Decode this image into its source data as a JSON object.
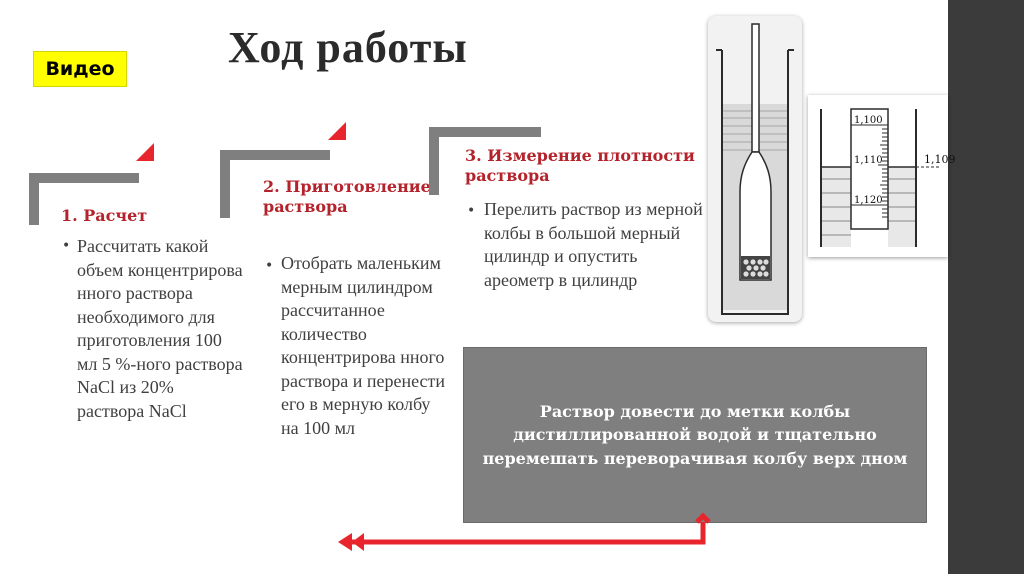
{
  "title": "Ход работы",
  "video_label": "Видео",
  "steps": [
    {
      "title": "1. Расчет",
      "text": "Рассчитать какой объем концентрирова нного раствора необходимого для приготовления 100 мл 5 %-ного раствора NaCl из 20% раствора NaCl"
    },
    {
      "title": "2. Приготовление раствора",
      "text": "Отобрать маленьким мерным цилиндром рассчитанное количество концентрирова нного раствора и перенести его в мерную колбу на 100 мл"
    },
    {
      "title": "3. Измерение плотности раствора",
      "text": "Перелить раствор из мерной колбы в большой мерный цилиндр и опустить ареометр в цилиндр"
    }
  ],
  "note": "Раствор довести до метки колбы дистиллированной водой и тщательно перемешать переворачивая колбу верх дном",
  "hydrometer_scale": {
    "ticks": [
      "1,100",
      "1,110",
      "1,120"
    ],
    "reading": "1,109"
  },
  "colors": {
    "accent_red": "#e8252c",
    "bracket_gray": "#7f7f7f",
    "step_title": "#b4232b",
    "badge_yellow": "#ffff00"
  }
}
